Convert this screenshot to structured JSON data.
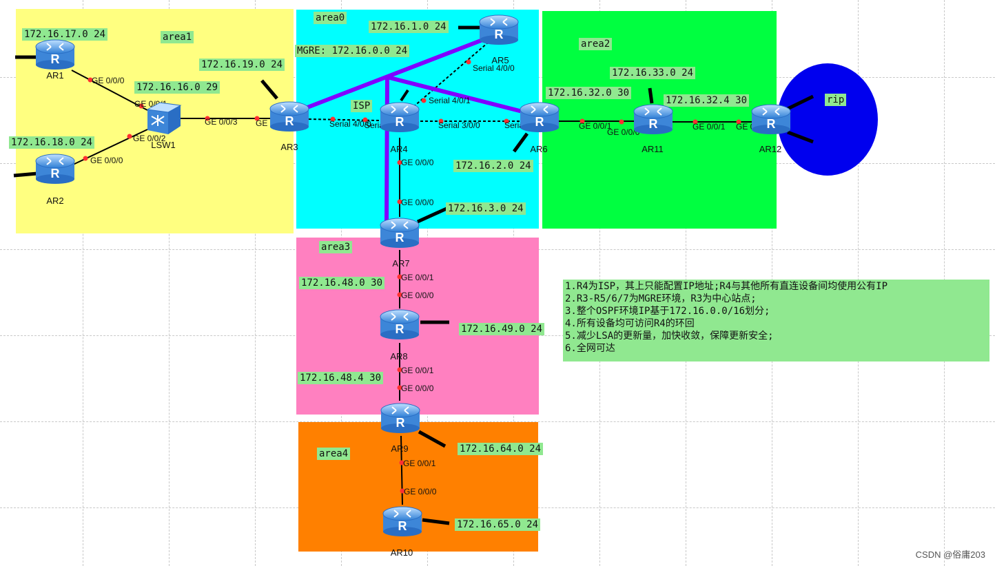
{
  "areas": {
    "area0": "area0",
    "area1": "area1",
    "area2": "area2",
    "area3": "area3",
    "area4": "area4",
    "rip": "rip",
    "isp": "ISP"
  },
  "colors": {
    "area0": "#00ffff",
    "area1": "#ffff80",
    "area2": "#00ff40",
    "area3": "#ff80c0",
    "area4": "#ff8000",
    "rip": "#0000ee",
    "label_bg": "#90e890",
    "mgre_line": "#8000ff",
    "interface_dot": "#ff3030"
  },
  "networks": {
    "n17": "172.16.17.0 24",
    "n18": "172.16.18.0 24",
    "n16": "172.16.16.0 29",
    "n19": "172.16.19.0 24",
    "mgre": "MGRE: 172.16.0.0 24",
    "n1": "172.16.1.0 24",
    "n2": "172.16.2.0 24",
    "n3": "172.16.3.0 24",
    "n32": "172.16.32.0 30",
    "n33": "172.16.33.0 24",
    "n324": "172.16.32.4 30",
    "n48": "172.16.48.0 30",
    "n49": "172.16.49.0 24",
    "n484": "172.16.48.4 30",
    "n64": "172.16.64.0 24",
    "n65": "172.16.65.0 24"
  },
  "devices": {
    "ar1": "AR1",
    "ar2": "AR2",
    "lsw1": "LSW1",
    "ar3": "AR3",
    "ar4": "AR4",
    "ar5": "AR5",
    "ar6": "AR6",
    "ar7": "AR7",
    "ar8": "AR8",
    "ar9": "AR9",
    "ar10": "AR10",
    "ar11": "AR11",
    "ar12": "AR12"
  },
  "interfaces": {
    "ar1_ge000": "GE 0/0/0",
    "lsw_ge001": "GE 0/0/1",
    "lsw_ge002": "GE 0/0/2",
    "ar2_ge000": "GE 0/0/0",
    "lsw_ge003": "GE 0/0/3",
    "ar3_ge000": "GE 0/0/0",
    "ar3_s400": "Serial 4/0/0",
    "ar4_s400": "Serial 4/0/0",
    "ar4_s401": "Serial 4/0/1",
    "ar5_s400": "Serial 4/0/0",
    "ar4_s300": "Serial 3/0/0",
    "ar6_s400": "Serial 4/0/0",
    "ar4_ge000": "GE 0/0/0",
    "ar7_ge000": "GE 0/0/0",
    "ar6_ge001": "GE 0/0/1",
    "ar11_ge000": "GE 0/0/0",
    "ar11_ge001": "GE 0/0/1",
    "ar12_ge001": "GE 0/0/1",
    "ar7_ge001": "GE 0/0/1",
    "ar8_ge000": "GE 0/0/0",
    "ar8_ge001": "GE 0/0/1",
    "ar9_ge000": "GE 0/0/0",
    "ar9_ge001": "GE 0/0/1",
    "ar10_ge000": "GE 0/0/0"
  },
  "requirements": [
    "1.R4为ISP，其上只能配置IP地址;R4与其他所有直连设备间均使用公有IP",
    "2.R3-R5/6/7为MGRE环境，R3为中心站点;",
    "3.整个OSPF环境IP基于172.16.0.0/16划分;",
    "4.所有设备均可访问R4的环回",
    "5.减少LSA的更新量，加快收敛，保障更新安全;",
    "6.全网可达"
  ],
  "watermark": "CSDN @俗庸203"
}
